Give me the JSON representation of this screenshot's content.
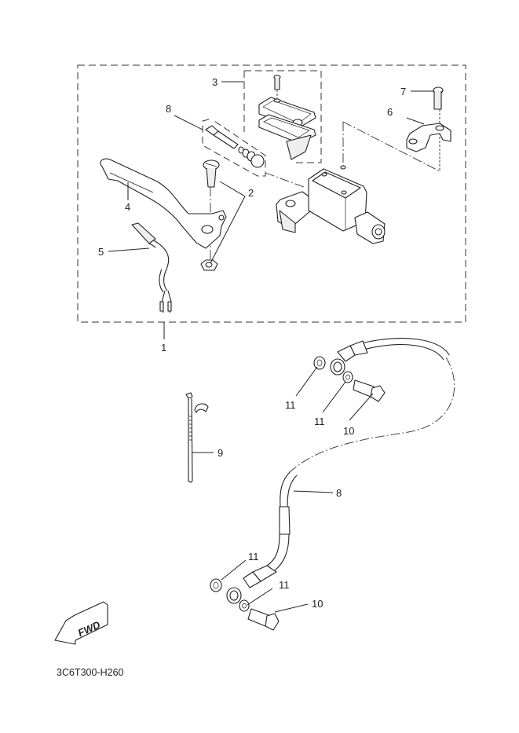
{
  "diagram": {
    "title": "Front master cylinder exploded parts diagram",
    "drawing_code": "3C6T300-H260",
    "direction_label": "FWD",
    "callouts": [
      {
        "id": "c1",
        "number": "1",
        "part": "master cylinder assembly"
      },
      {
        "id": "c2",
        "number": "2",
        "part": "lever pivot bolt and nut"
      },
      {
        "id": "c3",
        "number": "3",
        "part": "reservoir cap kit"
      },
      {
        "id": "c4",
        "number": "4",
        "part": "brake lever"
      },
      {
        "id": "c5",
        "number": "5",
        "part": "brake light switch"
      },
      {
        "id": "c6",
        "number": "6",
        "part": "master cylinder holder"
      },
      {
        "id": "c7",
        "number": "7",
        "part": "holder bolt"
      },
      {
        "id": "c8a",
        "number": "8",
        "part": "piston kit"
      },
      {
        "id": "c8b",
        "number": "8",
        "part": "brake hose"
      },
      {
        "id": "c9",
        "number": "9",
        "part": "hose clamp / cable tie"
      },
      {
        "id": "c10a",
        "number": "10",
        "part": "union bolt (upper)"
      },
      {
        "id": "c10b",
        "number": "10",
        "part": "union bolt (lower)"
      },
      {
        "id": "c11a",
        "number": "11",
        "part": "copper washer (upper left)"
      },
      {
        "id": "c11b",
        "number": "11",
        "part": "copper washer (upper right)"
      },
      {
        "id": "c11c",
        "number": "11",
        "part": "copper washer (lower left)"
      },
      {
        "id": "c11d",
        "number": "11",
        "part": "copper washer (lower right)"
      }
    ]
  }
}
